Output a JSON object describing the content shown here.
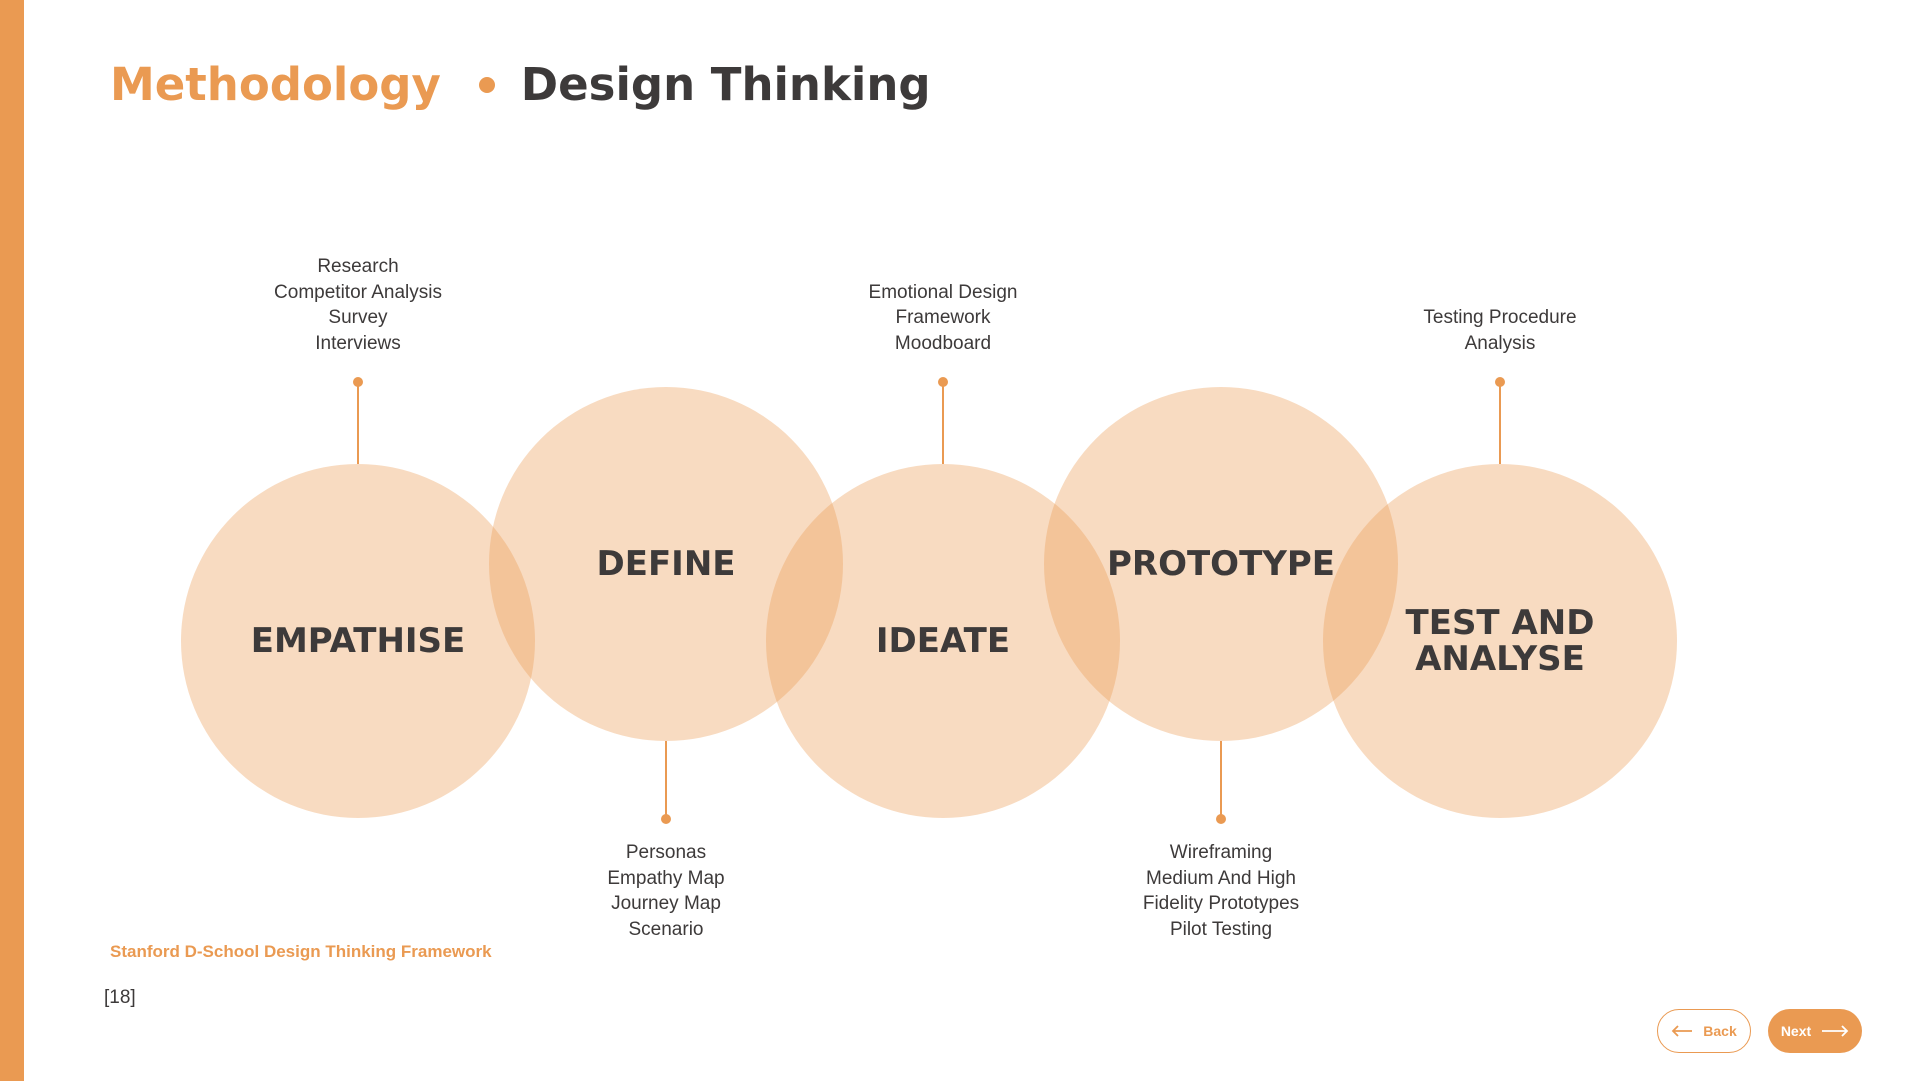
{
  "header": {
    "section": "Methodology",
    "title": "Design Thinking"
  },
  "colors": {
    "accent": "#ea9a52",
    "text": "#3d3a3a",
    "circle_fill": "#f7dfc8"
  },
  "stages": [
    {
      "label": "EMPATHISE",
      "notes": [
        "Research",
        "Competitor Analysis",
        "Survey",
        "Interviews"
      ],
      "notes_position": "top"
    },
    {
      "label": "DEFINE",
      "notes": [
        "Personas",
        "Empathy Map",
        "Journey Map",
        "Scenario"
      ],
      "notes_position": "bottom"
    },
    {
      "label": "IDEATE",
      "notes": [
        "Emotional Design",
        "Framework",
        "Moodboard"
      ],
      "notes_position": "top"
    },
    {
      "label": "PROTOTYPE",
      "notes": [
        "Wireframing",
        "Medium And High",
        "Fidelity Prototypes",
        "Pilot Testing"
      ],
      "notes_position": "bottom"
    },
    {
      "label": "TEST AND ANALYSE",
      "notes": [
        "Testing Procedure",
        "Analysis"
      ],
      "notes_position": "top"
    }
  ],
  "footer": {
    "citation": "Stanford D-School Design Thinking Framework",
    "reference": "[18]"
  },
  "nav": {
    "back_label": "Back",
    "next_label": "Next"
  }
}
